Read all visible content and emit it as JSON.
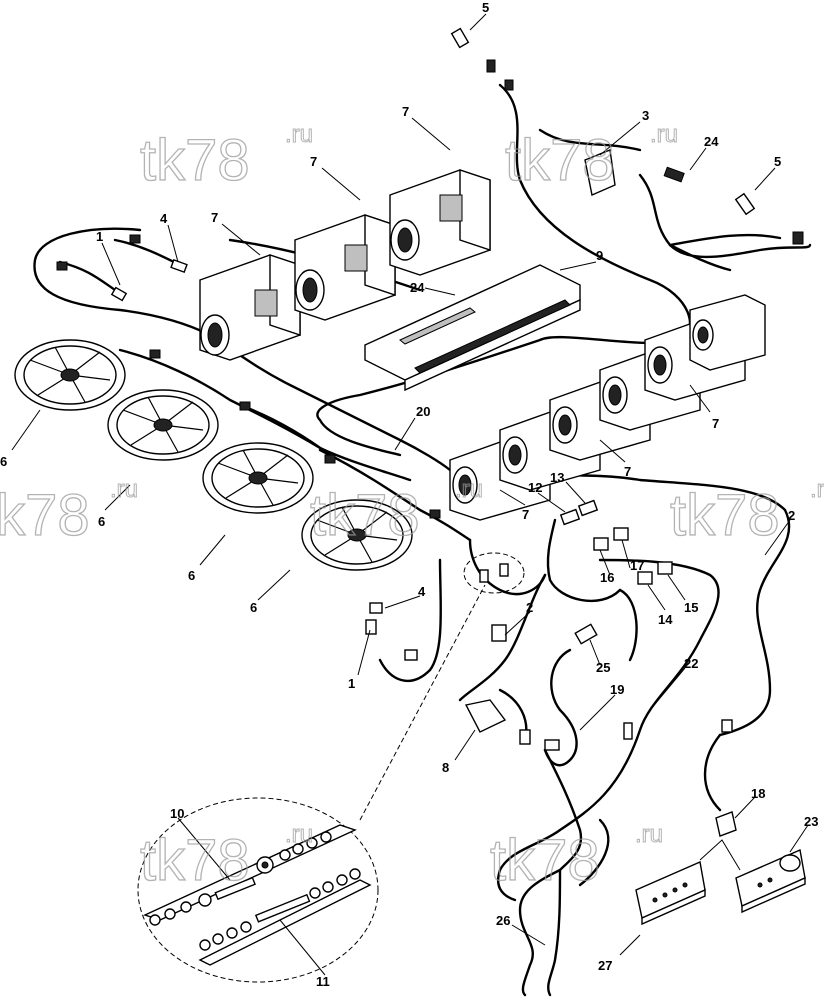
{
  "watermark": {
    "main": "tk78",
    "suffix": ".ru"
  },
  "callouts": {
    "c1a": "1",
    "c1b": "1",
    "c2a": "2",
    "c2b": "2",
    "c3": "3",
    "c4a": "4",
    "c4b": "4",
    "c5a": "5",
    "c5b": "5",
    "c6a": "6",
    "c6b": "6",
    "c6c": "6",
    "c6d": "6",
    "c7a": "7",
    "c7b": "7",
    "c7c": "7",
    "c7d": "7",
    "c7e": "7",
    "c7f": "7",
    "c8": "8",
    "c9": "9",
    "c10": "10",
    "c11": "11",
    "c12": "12",
    "c13": "13",
    "c14": "14",
    "c15": "15",
    "c16": "16",
    "c17": "17",
    "c18": "18",
    "c19": "19",
    "c20": "20",
    "c22": "22",
    "c23": "23",
    "c24a": "24",
    "c24b": "24",
    "c25": "25",
    "c26": "26",
    "c27": "27"
  }
}
